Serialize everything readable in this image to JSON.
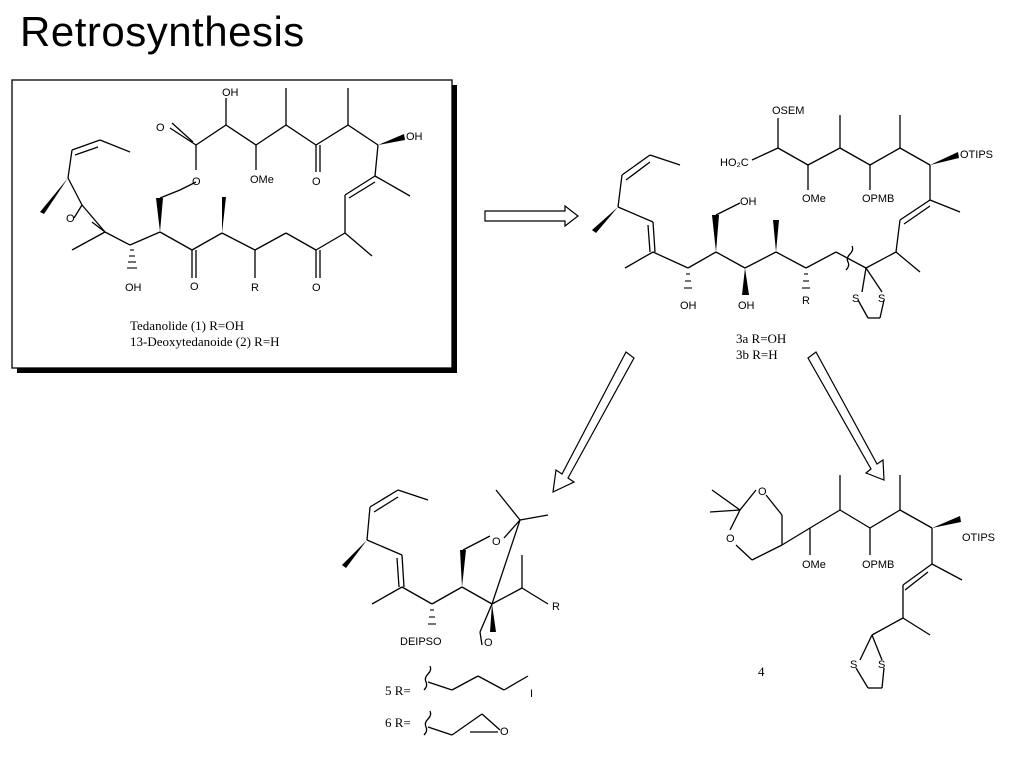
{
  "slide": {
    "title": "Retrosynthesis"
  },
  "target": {
    "caption_1": "Tedanolide (1) R=OH",
    "caption_2": "13-Deoxytedanoide (2) R=H",
    "labels": {
      "oh_top": "OH",
      "oh_right": "OH",
      "ome": "OMe",
      "o_ester": "O",
      "o_ring": "O",
      "o_epox": "O",
      "oh_bottom": "OH",
      "ketone_1": "O",
      "ketone_2": "O",
      "ketone_3": "O",
      "r": "R",
      "ketone_4": "O"
    }
  },
  "seco_acid": {
    "caption_1": "3a R=OH",
    "caption_2": "3b R=H",
    "labels": {
      "osem": "OSEM",
      "ho2c": "HO₂C",
      "ome": "OMe",
      "opmb": "OPMB",
      "otips": "OTIPS",
      "oh_ch2": "OH",
      "oh_1": "OH",
      "oh_2": "OH",
      "r": "R",
      "s1": "S",
      "s2": "S"
    }
  },
  "fragment_left": {
    "labels": {
      "o_top": "O",
      "deipso": "DEIPSO",
      "o_bottom": "O",
      "r": "R"
    },
    "legend": [
      {
        "id": "5",
        "text": "5 R=",
        "end_label": "I"
      },
      {
        "id": "6",
        "text": "6 R=",
        "end_label": "O"
      }
    ]
  },
  "fragment_right": {
    "compound_number": "4",
    "labels": {
      "o1": "O",
      "o2": "O",
      "ome": "OMe",
      "opmb": "OPMB",
      "otips": "OTIPS",
      "s1": "S",
      "s2": "S"
    }
  }
}
